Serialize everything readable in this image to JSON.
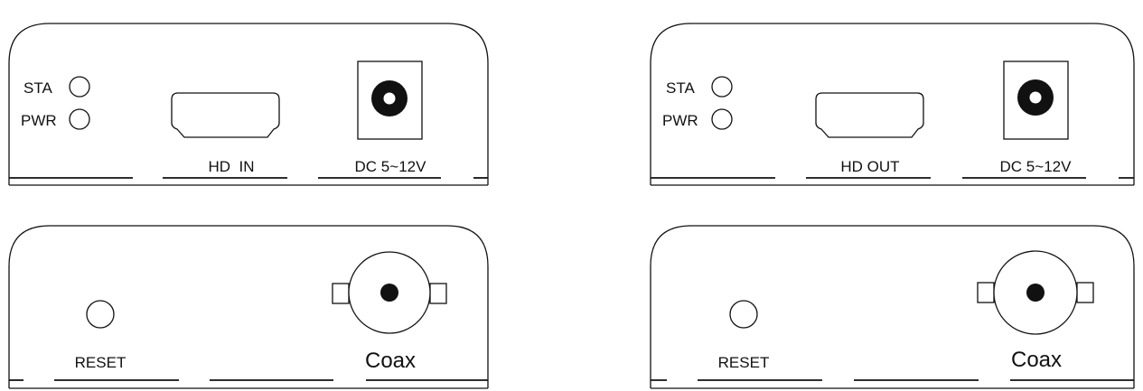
{
  "panels": {
    "transmitter_front": {
      "led_top_label": "STA",
      "led_bottom_label": "PWR",
      "hdmi_label": "HD  IN",
      "dc_label": "DC 5~12V"
    },
    "receiver_front": {
      "led_top_label": "STA",
      "led_bottom_label": "PWR",
      "hdmi_label": "HD OUT",
      "dc_label": "DC 5~12V"
    },
    "transmitter_back": {
      "reset_label": "RESET",
      "coax_label": "Coax"
    },
    "receiver_back": {
      "reset_label": "RESET",
      "coax_label": "Coax"
    }
  }
}
